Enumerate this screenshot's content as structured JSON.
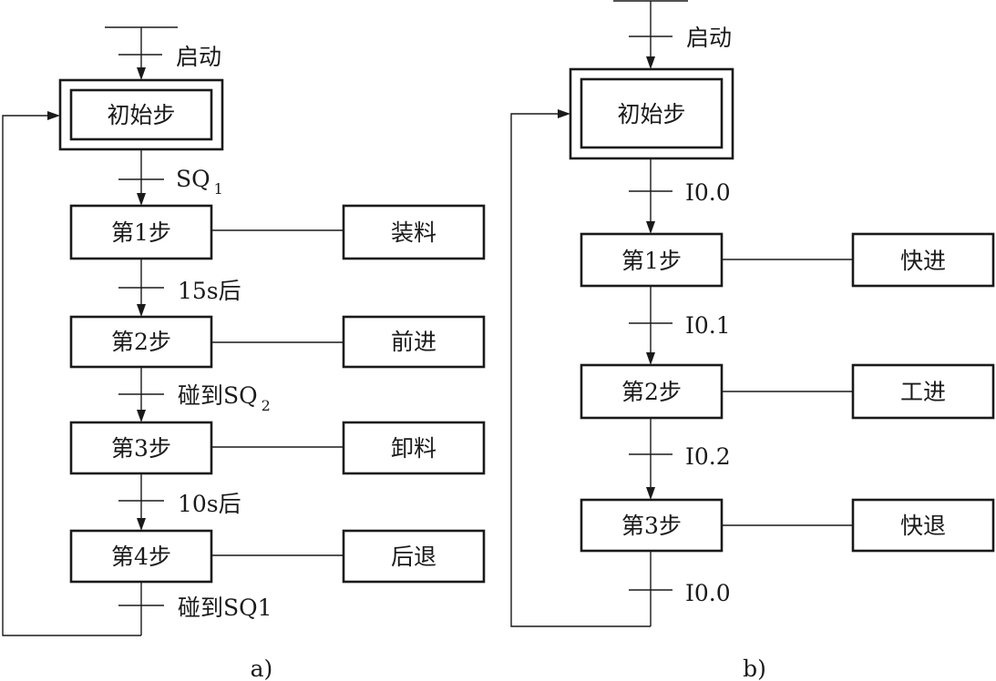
{
  "diagram_a": {
    "start_label": "启动",
    "initial_step": "初始步",
    "steps": [
      "第1步",
      "第2步",
      "第3步",
      "第4步"
    ],
    "actions": [
      "装料",
      "前进",
      "卸料",
      "后退"
    ],
    "transitions": {
      "t1": {
        "main": "SQ",
        "sub": "1"
      },
      "t2": "15s后",
      "t3": {
        "main": "碰到SQ",
        "sub": "2"
      },
      "t4": "10s后",
      "t5": "碰到SQ1"
    },
    "caption": "a)"
  },
  "diagram_b": {
    "start_label": "启动",
    "initial_step": "初始步",
    "steps": [
      "第1步",
      "第2步",
      "第3步"
    ],
    "actions": [
      "快进",
      "工进",
      "快退"
    ],
    "transitions": [
      "I0.0",
      "I0.1",
      "I0.2",
      "I0.0"
    ],
    "caption": "b)"
  }
}
